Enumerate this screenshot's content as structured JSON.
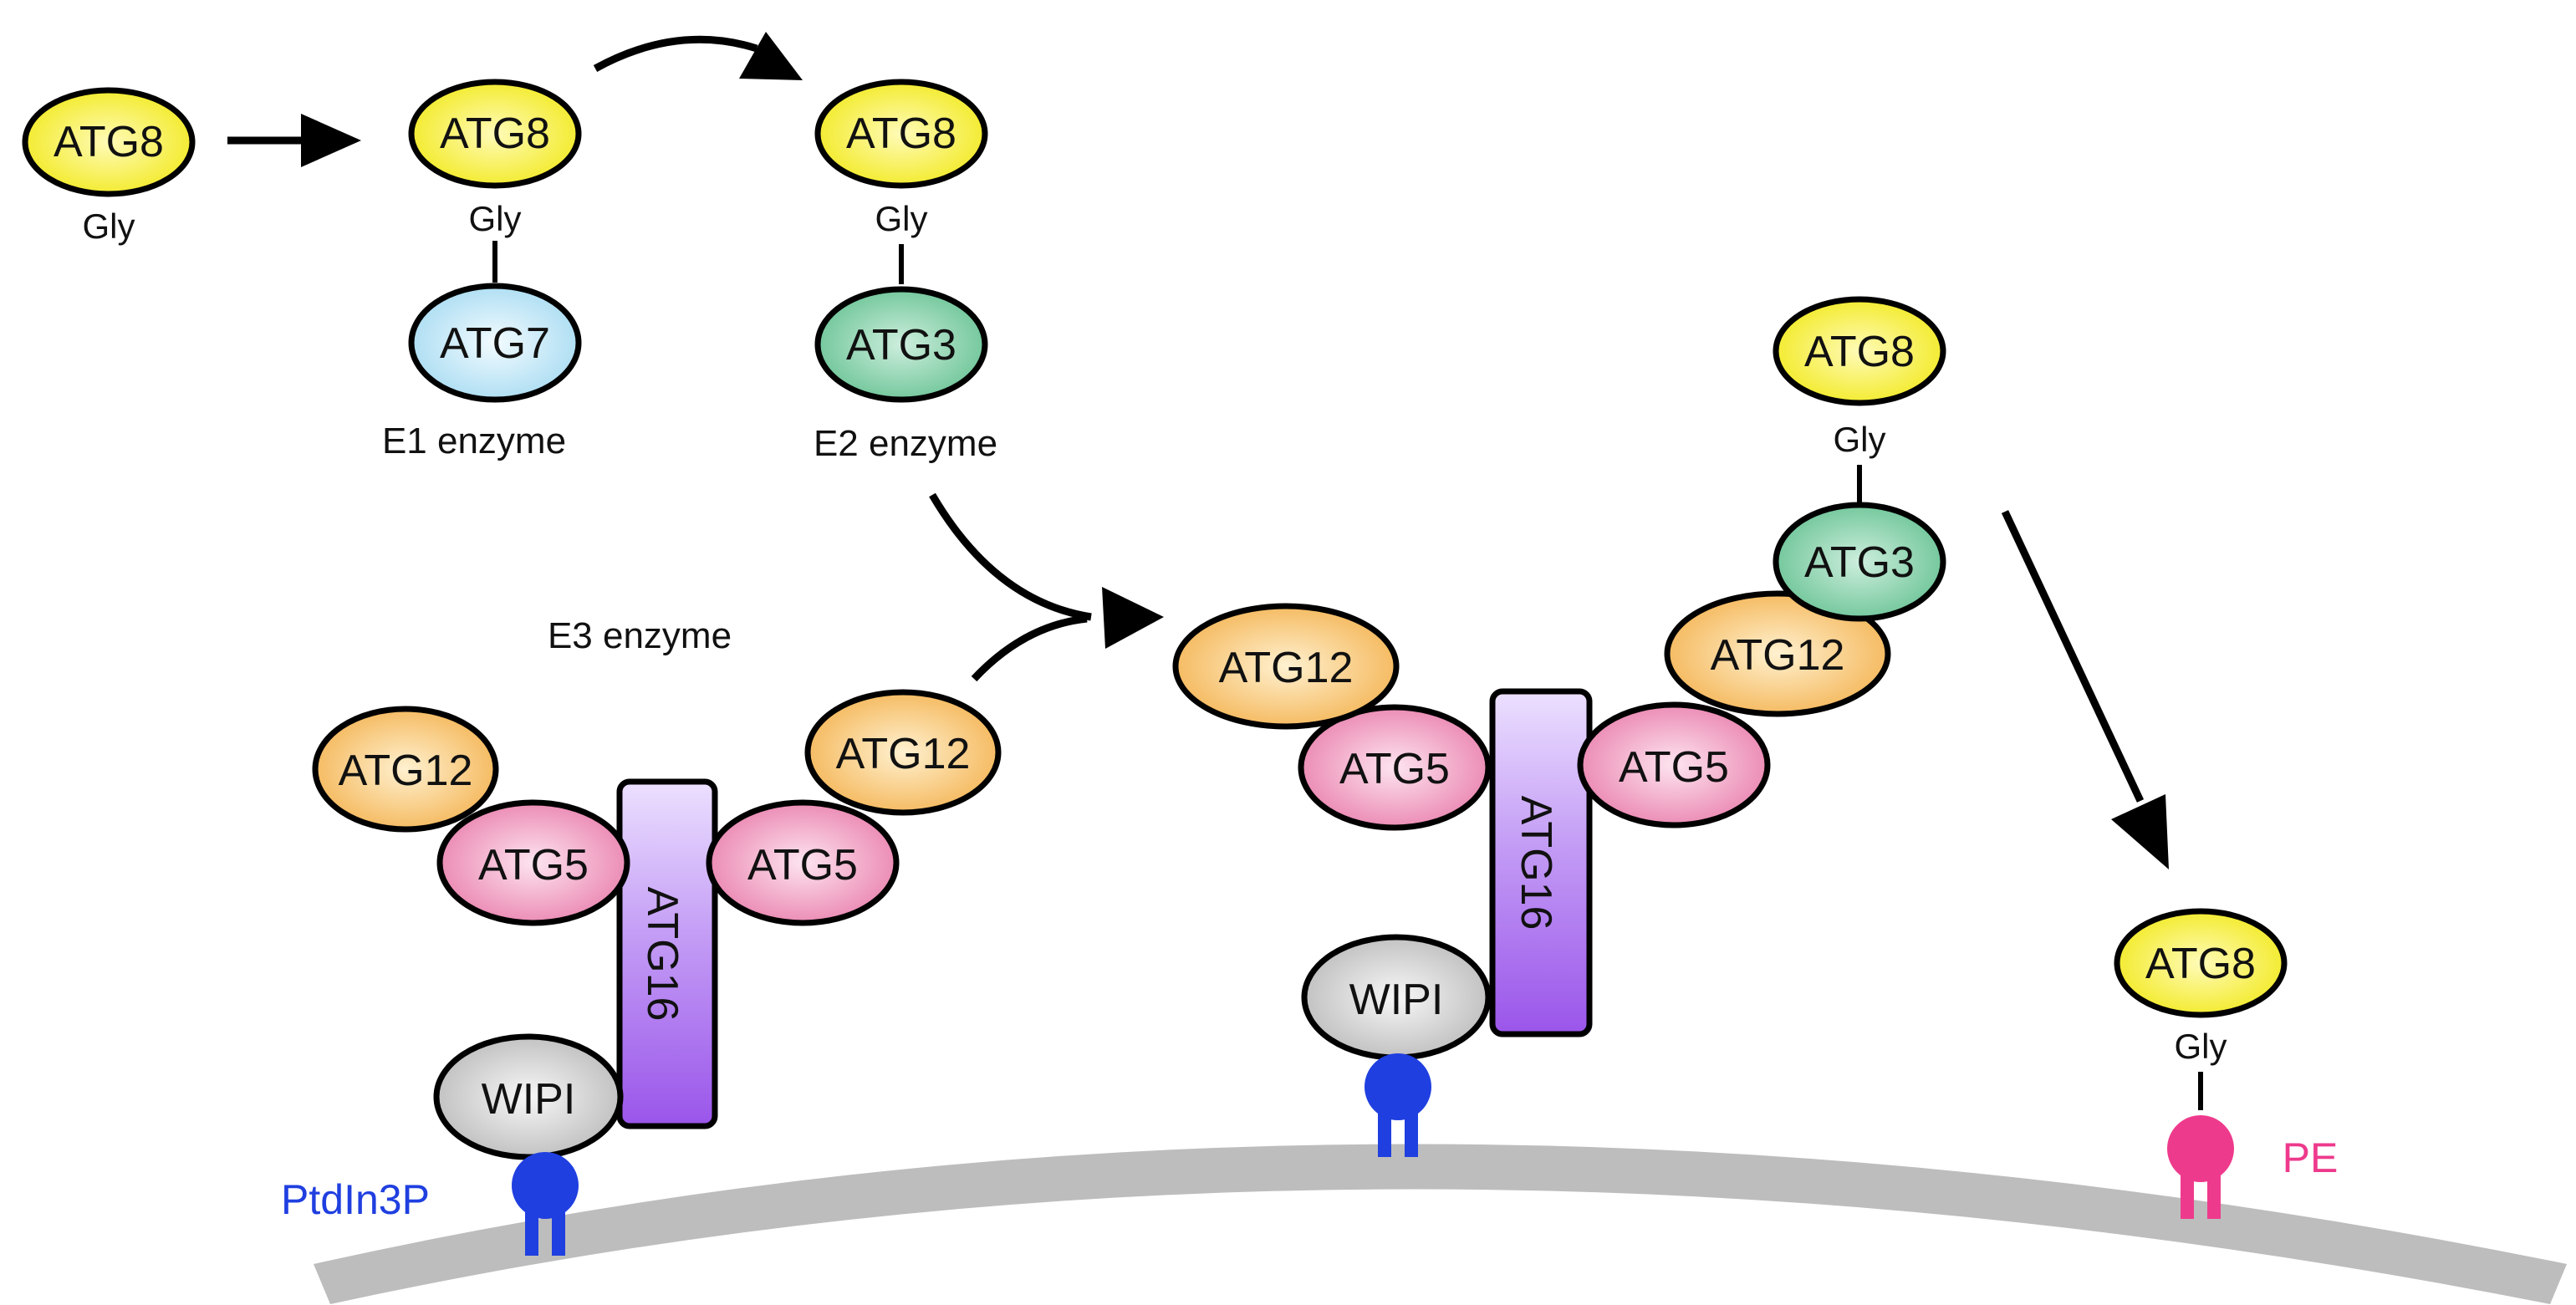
{
  "proteins": {
    "atg8": "ATG8",
    "atg7": "ATG7",
    "atg3": "ATG3",
    "atg12": "ATG12",
    "atg5": "ATG5",
    "atg16": "ATG16",
    "wipi": "WIPI"
  },
  "labels": {
    "gly": "Gly",
    "e1": "E1 enzyme",
    "e2": "E2 enzyme",
    "e3": "E3 enzyme",
    "ptdins3p": "PtdIn3P",
    "pe": "PE"
  },
  "colors": {
    "atg8": "#f4ee3a",
    "atg7": "#bfe6f6",
    "atg3": "#82cfa9",
    "atg12": "#f6c572",
    "atg5": "#ef98bd",
    "atg16": "#a566ec",
    "wipi": "#d2d2d2",
    "membrane": "#bdbdbd",
    "ptdins3p": "#1f3fe0",
    "pe": "#ee3a8c"
  }
}
